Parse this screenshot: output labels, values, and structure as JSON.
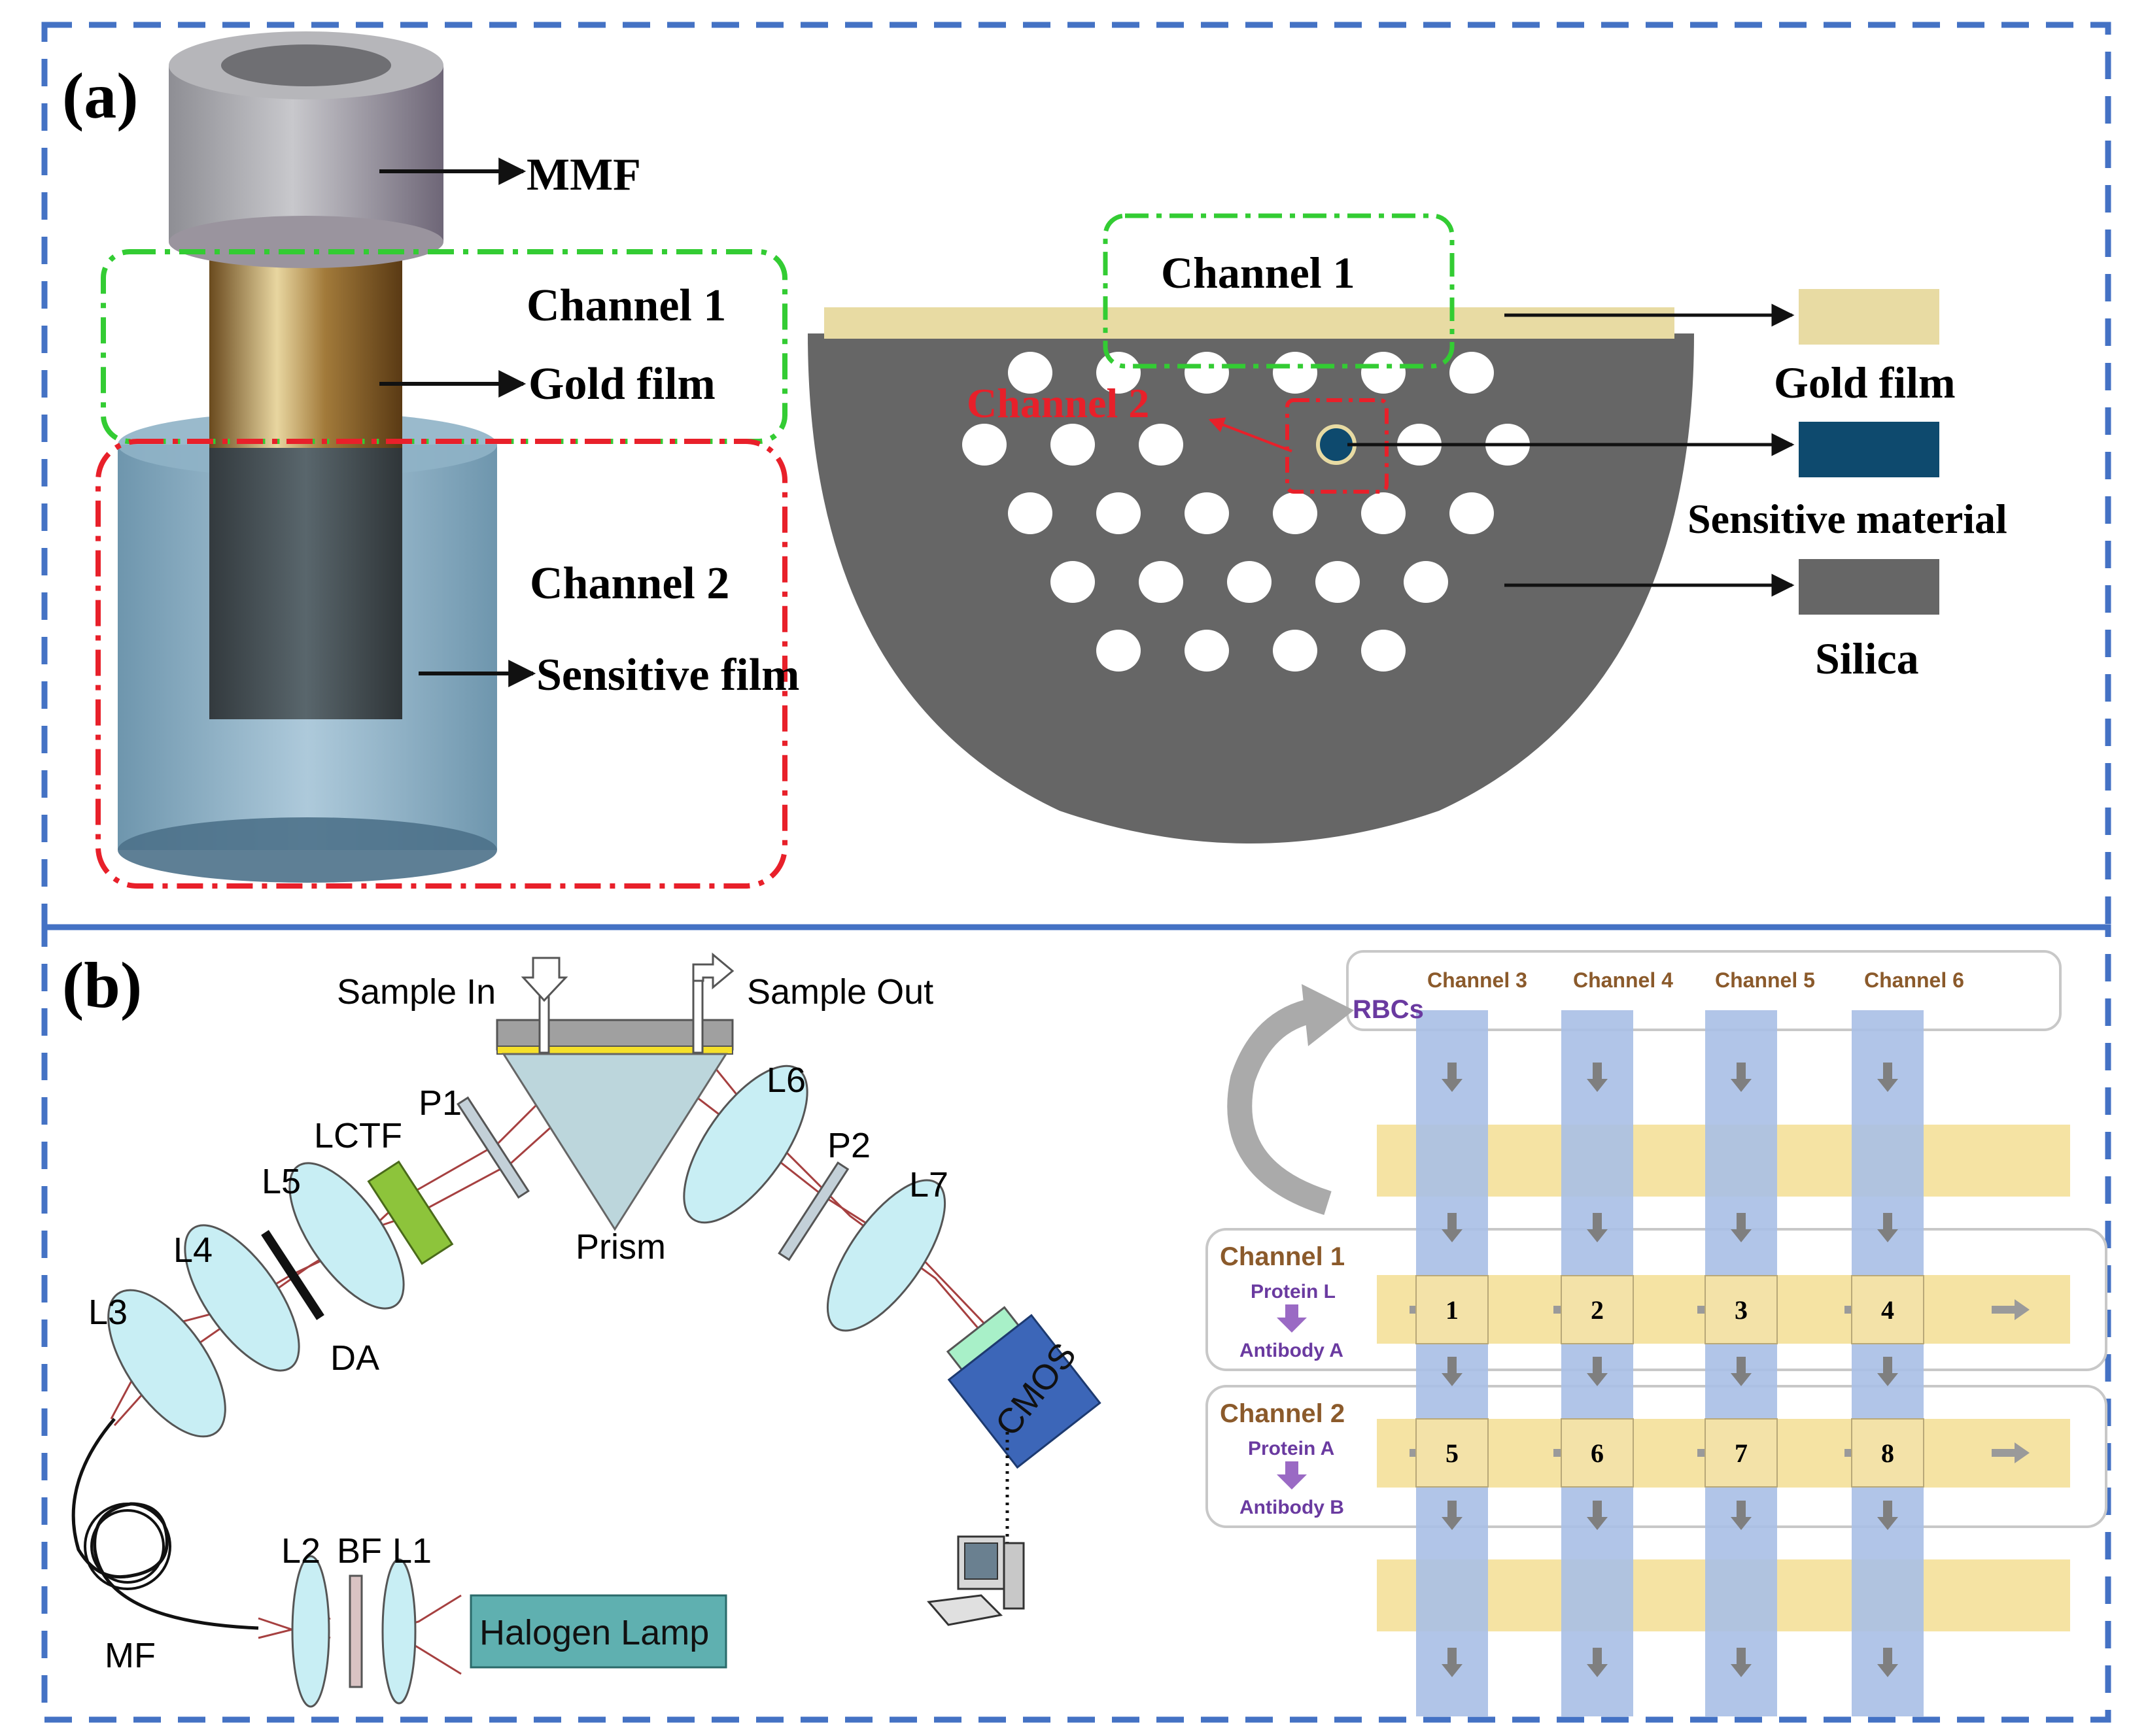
{
  "panel_a": {
    "label": "(a)",
    "mmf_label": "MMF",
    "channel1_label": "Channel 1",
    "gold_film_label": "Gold film",
    "channel2_label": "Channel 2",
    "sensitive_film_label": "Sensitive film",
    "cross_section": {
      "channel1_label": "Channel 1",
      "channel2_label": "Channel 2",
      "legend": [
        {
          "name": "Gold film",
          "color": "#e8dba3"
        },
        {
          "name": "Sensitive material",
          "color": "#0e4a6e"
        },
        {
          "name": "Silica",
          "color": "#666666"
        }
      ]
    }
  },
  "panel_b": {
    "label": "(b)",
    "setup": {
      "sample_in": "Sample In",
      "sample_out": "Sample Out",
      "prism": "Prism",
      "lctf": "LCTF",
      "p1": "P1",
      "p2": "P2",
      "l1": "L1",
      "l2": "L2",
      "l3": "L3",
      "l4": "L4",
      "l5": "L5",
      "l6": "L6",
      "l7": "L7",
      "bf": "BF",
      "da": "DA",
      "mf": "MF",
      "cmos": "CMOS",
      "halogen_lamp": "Halogen Lamp"
    },
    "chip": {
      "rbcs": "RBCs",
      "columns": [
        "Channel 3",
        "Channel 4",
        "Channel 5",
        "Channel 6"
      ],
      "rows": [
        {
          "name": "Channel 1",
          "from": "Protein L",
          "to": "Antibody A",
          "cells": [
            "1",
            "2",
            "3",
            "4"
          ]
        },
        {
          "name": "Channel  2",
          "from": "Protein A",
          "to": "Antibody B",
          "cells": [
            "5",
            "6",
            "7",
            "8"
          ]
        }
      ]
    }
  },
  "colors": {
    "frame_dash": "#4472c4",
    "green_dash": "#33cc33",
    "red_dash": "#e8202a",
    "channel_column": "#a9bfe6",
    "channel_row": "#f5e3a3",
    "label_brown": "#8b5a2b",
    "label_purple": "#6a3aa0"
  }
}
